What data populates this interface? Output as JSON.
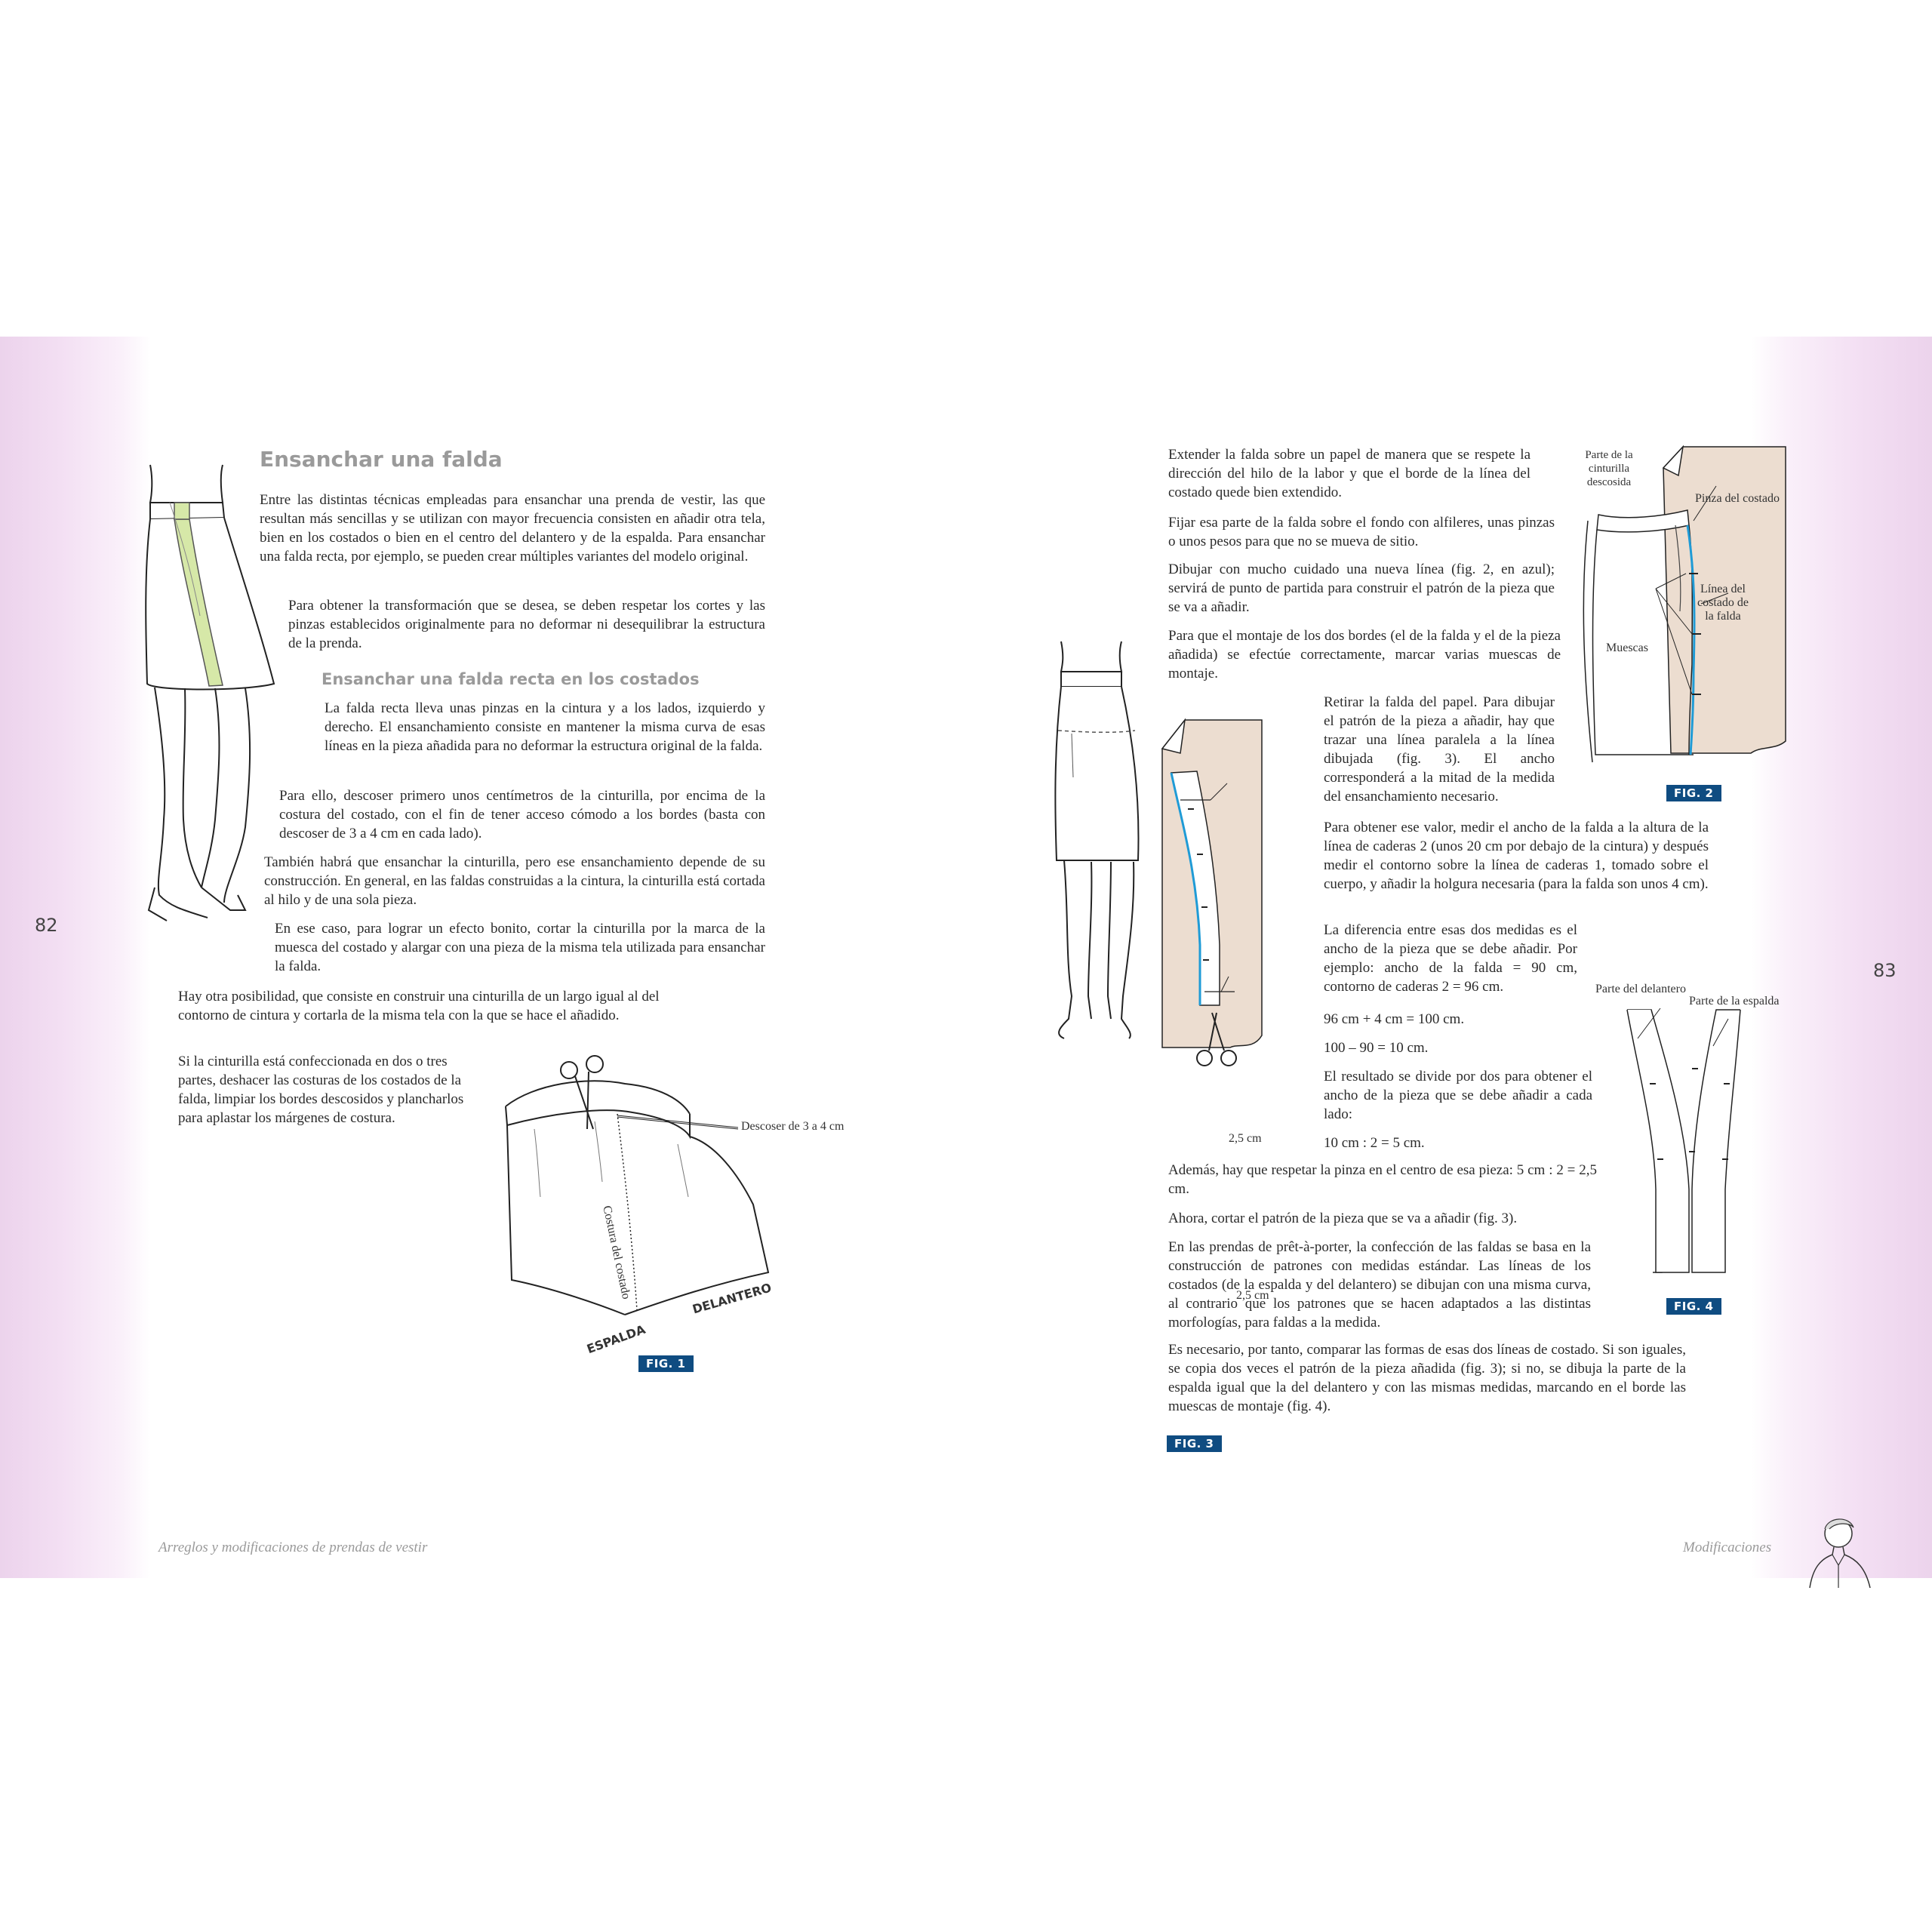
{
  "left_page": {
    "number": "82",
    "title": "Ensanchar una falda",
    "p1": "Entre las distintas técnicas empleadas para ensanchar una prenda de vestir, las que resultan más sencillas y se utilizan con mayor frecuencia consisten en añadir otra tela, bien en los costados o bien en el centro del delantero y de la espalda. Para ensanchar una falda recta, por ejemplo, se pueden crear múltiples variantes del modelo original.",
    "p2": "Para obtener la transformación que se desea, se deben respetar los cortes y las pinzas establecidos originalmente para no deformar ni desequilibrar la estructura de la prenda.",
    "subtitle": "Ensanchar una falda recta en los costados",
    "p3": "La falda recta lleva unas pinzas en la cintura y a los lados, izquierdo y derecho. El ensanchamiento consiste en mantener la misma curva de esas líneas en la pieza añadida para no deformar la estructura original de la falda.",
    "p4": "Para ello, descoser primero unos centímetros de la cinturilla, por encima de la costura del costado, con el fin de tener acceso cómodo a los bordes (basta con descoser de 3 a 4 cm en cada lado).",
    "p5": "También habrá que ensanchar la cinturilla, pero ese ensanchamiento depende de su construcción. En general, en las faldas construidas a la cintura, la cinturilla está cortada al hilo y de una sola pieza.",
    "p6": "En ese caso, para lograr un efecto bonito, cortar la cinturilla por la marca de la muesca del costado y alargar con una pieza de la misma tela utilizada para ensanchar la falda.",
    "p7": "Hay otra posibilidad, que consiste en construir una cinturilla de un largo igual al del contorno de cintura y cortarla de la misma tela con la que se hace el añadido.",
    "p8": "Si la cinturilla está confeccionada en dos o tres partes, deshacer las costuras de los costados de la falda, limpiar los bordes descosidos y plancharlos para aplastar los márgenes de costura.",
    "fig1": {
      "label_descoser": "Descoser de 3 a 4 cm",
      "label_costura": "Costura del costado",
      "label_delantero": "DELANTERO",
      "label_espalda": "ESPALDA",
      "badge": "FIG. 1"
    },
    "footer": "Arreglos y modificaciones de prendas de vestir"
  },
  "right_page": {
    "number": "83",
    "p1": "Extender la falda sobre un papel de manera que se respete la dirección del hilo de la labor y que el borde de la línea del costado quede bien extendido.",
    "p2": "Fijar esa parte de la falda sobre el fondo con alfileres, unas pinzas o unos pesos para que no se mueva de sitio.",
    "p3": "Dibujar con mucho cuidado una nueva línea (fig. 2, en azul); servirá de punto de partida para construir el patrón de la pieza que se va a añadir.",
    "p4": "Para que el montaje de los dos bordes (el de la falda y el de la pieza añadida) se efectúe correctamente, marcar varias muescas de montaje.",
    "p5": "Retirar la falda del papel. Para dibujar el patrón de la pieza a añadir, hay que trazar una línea paralela a la línea dibujada (fig. 3). El ancho corresponderá a la mitad de la medida del ensanchamiento necesario.",
    "p6": "Para obtener ese valor, medir el ancho de la falda a la altura de la línea de caderas 2 (unos 20 cm por debajo de la cintura) y después medir el contorno sobre la línea de caderas 1, tomado sobre el cuerpo, y añadir la holgura necesaria (para la falda son unos 4 cm).",
    "p7": "La diferencia entre esas dos medidas es el ancho de la pieza que se debe añadir. Por ejemplo: ancho de la falda = 90 cm, contorno de caderas 2 = 96 cm.",
    "eq1": "96 cm + 4 cm = 100 cm.",
    "eq2": "100 – 90 = 10 cm.",
    "p8": "El resultado se divide por dos para obtener el ancho de la pieza que se debe añadir a cada lado:",
    "eq3": "10 cm : 2 = 5 cm.",
    "p9": "Además, hay que respetar la pinza en el centro de esa pieza: 5 cm : 2 = 2,5 cm.",
    "p10": "Ahora, cortar el patrón de la pieza que se va a añadir (fig. 3).",
    "p11": "En las prendas de prêt-à-porter, la confección de las faldas se basa en la construcción de patrones con medidas estándar. Las líneas de los costados (de la espalda y del delantero) se dibujan con una misma curva, al contrario que los patrones que se hacen adaptados a las distintas morfologías, para faldas a la medida.",
    "p12": "Es necesario, por tanto, comparar las formas de esas dos líneas de costado. Si son iguales, se copia dos veces el patrón de la pieza añadida (fig. 3); si no, se dibuja la parte de la espalda igual que la del delantero y con las mismas medidas, marcando en el borde las muescas de montaje (fig. 4).",
    "fig2": {
      "label_cinturilla": "Parte de la cinturilla descosida",
      "label_pinza": "Pinza del costado",
      "label_linea": "Línea del costado de la falda",
      "label_muescas": "Muescas",
      "badge": "FIG. 2"
    },
    "fig3": {
      "label_top": "2,5 cm",
      "label_bottom": "2,5 cm",
      "badge": "FIG. 3"
    },
    "fig4": {
      "label_delantero": "Parte del delantero",
      "label_espalda": "Parte de la espalda",
      "badge": "FIG. 4"
    },
    "footer": "Modificaciones"
  },
  "colors": {
    "accent_green": "#d6e8a8",
    "pattern_fill": "#ecddd0",
    "line_blue": "#1f9bd6",
    "badge_blue": "#0f4c81",
    "curtain_pink": "#ecd3ec"
  }
}
